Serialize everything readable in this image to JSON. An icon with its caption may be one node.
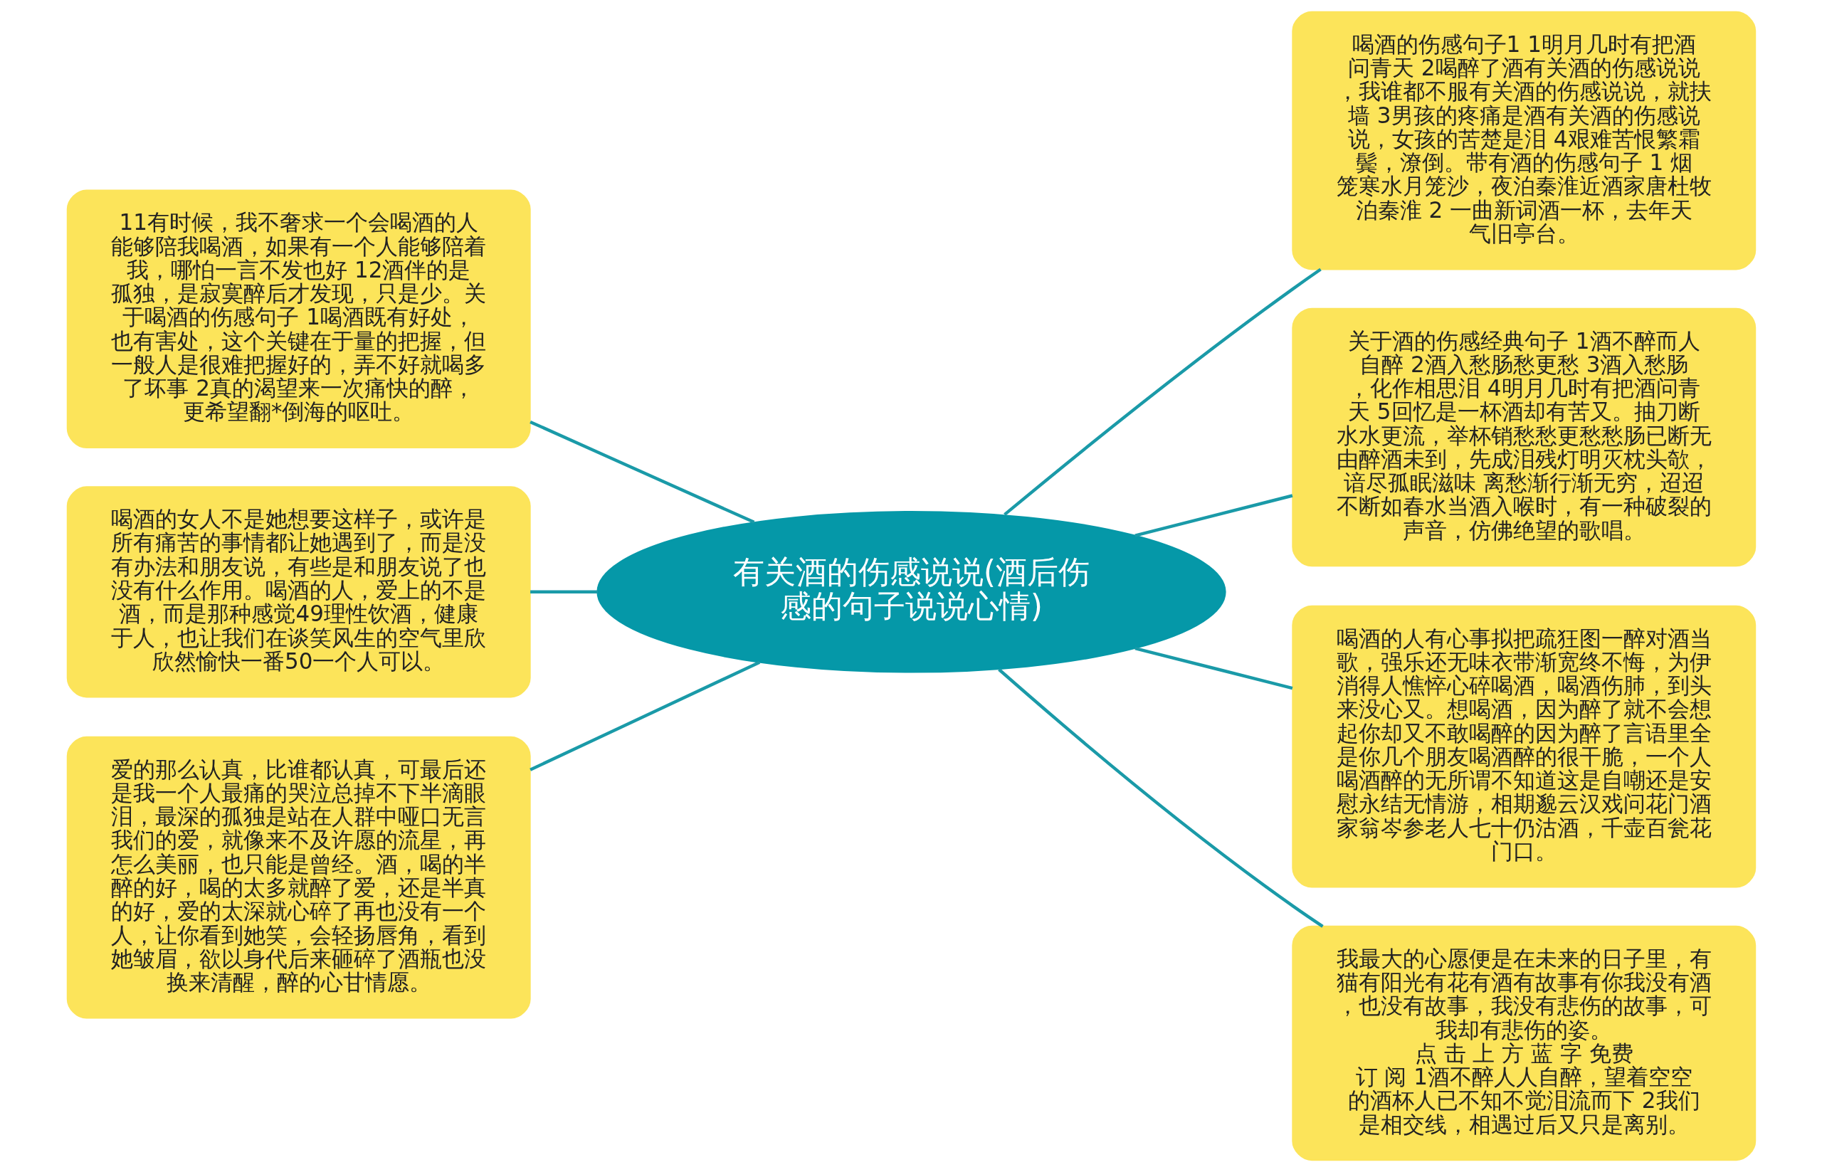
{
  "diagram": {
    "nodes": [
      {
        "text": [
          "有关酒的伤感说说(酒后伤感的句子说说心情)"
        ]
      },
      {
        "text": [
          "11有时候，我不奢求一个会喝酒的人能够陪我喝酒，如果有一个人能够陪着我，哪怕一言不发也好 12酒伴的是孤独，是寂寞醉后才发现，只是少。关于喝酒的伤感句子 1喝酒既有好处，也有害处，这个关键在于量的把握，但一般人是很难把握好的，弄不好就喝多了坏事 2真的渴望来一次痛快的醉，更希望翻*倒海的呕吐。"
        ]
      },
      {
        "text": [
          "喝酒的女人不是她想要这样子，或许是所有痛苦的事情都让她遇到了，而是没有办法和朋友说，有些是和朋友说了也没有什么作用。喝酒的人，爱上的不是酒，而是那种感觉49理性饮酒，健康于人，也让我们在谈笑风生的空气里欣欣然愉快一番50一个人可以。"
        ]
      },
      {
        "text": [
          "爱的那么认真，比谁都认真，可最后还是我一个人最痛的哭泣总掉不下半滴眼泪，最深的孤独是站在人群中哑口无言我们的爱，就像来不及许愿的流星，再怎么美丽，也只能是曾经。酒，喝的半醉的好，喝的太多就醉了爱，还是半真的好，爱的太深就心碎了再也没有一个人，让你看到她笑，会轻扬唇角，看到她皱眉，欲以身代后来砸碎了酒瓶也没换来清醒，醉的心甘情愿。"
        ]
      },
      {
        "text": [
          "喝酒的伤感句子1 1明月几时有把酒问青天 2喝醉了酒有关酒的伤感说说，我谁都不服有关酒的伤感说说，就扶墙 3男孩的疼痛是酒有关酒的伤感说说，女孩的苦楚是泪 4艰难苦恨繁霜鬓，潦倒。带有酒的伤感句子 1 烟笼寒水月笼沙，夜泊秦淮近酒家唐杜牧泊秦淮 2 一曲新词酒一杯，去年天气旧亭台。"
        ]
      },
      {
        "text": [
          "关于酒的伤感经典句子 1酒不醉而人自醉 2酒入愁肠愁更愁 3酒入愁肠，化作相思泪 4明月几时有把酒问青天 5回忆是一杯酒却有苦又。抽刀断水水更流，举杯销愁愁更愁愁肠已断无由醉酒未到，先成泪残灯明灭枕头欹，谙尽孤眠滋味 离愁渐行渐无穷，迢迢不断如春水当酒入喉时，有一种破裂的声音，仿佛绝望的歌唱。"
        ]
      },
      {
        "text": [
          "喝酒的人有心事拟把疏狂图一醉对酒当歌，强乐还无味衣带渐宽终不悔，为伊消得人憔悴心碎喝酒，喝酒伤肺，到头来没心又。想喝酒，因为醉了就不会想起你却又不敢喝醉的因为醉了言语里全是你几个朋友喝酒醉的很干脆，一个人喝酒醉的无所谓不知道这是自嘲还是安慰永结无情游，相期邈云汉戏问花门酒家翁岑参老人七十仍沽酒，千壶百瓮花门口。"
        ]
      },
      {
        "text": [
          "我最大的心愿便是在未来的日子里，有猫有阳光有花有酒有故事有你我没有酒，也没有故事，我没有悲伤的故事，可我却有悲伤的姿。点 击 上 方 蓝 字 免费订 阅 1酒不醉人人自醉，望着空空的酒杯人已不知不觉泪流而下 2我们是相交线，相遇过后又只是离别。"
        ]
      }
    ],
    "edges": [
      {
        "from": 0,
        "to": 1,
        "arrow": "none"
      },
      {
        "from": 0,
        "to": 2,
        "arrow": "none"
      },
      {
        "from": 0,
        "to": 3,
        "arrow": "none"
      },
      {
        "from": 0,
        "to": 4,
        "arrow": "none"
      },
      {
        "from": 0,
        "to": 5,
        "arrow": "none"
      },
      {
        "from": 0,
        "to": 6,
        "arrow": "none"
      },
      {
        "from": 0,
        "to": 7,
        "arrow": "none"
      }
    ]
  }
}
